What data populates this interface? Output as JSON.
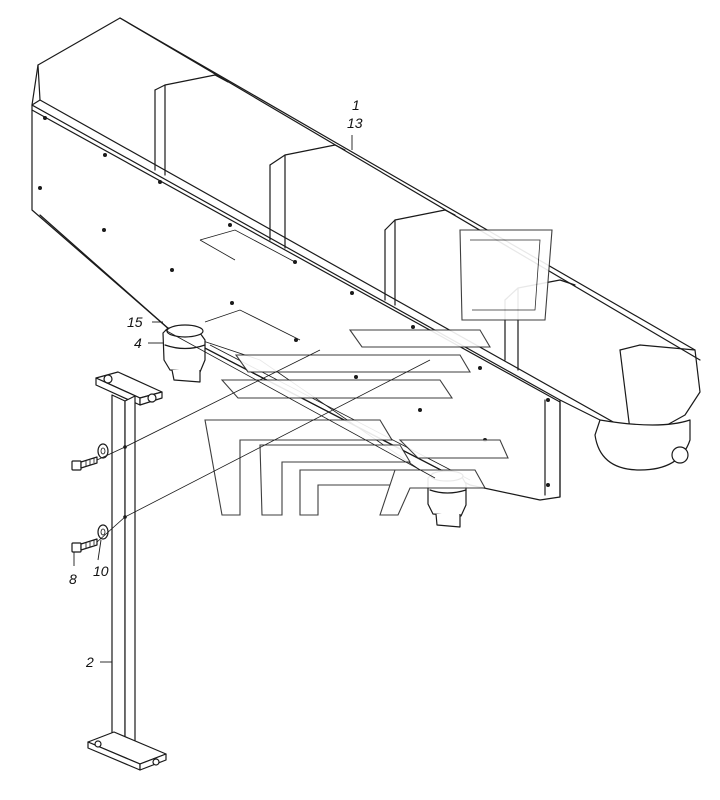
{
  "callouts": {
    "c1": "1",
    "c13": "13",
    "c15": "15",
    "c4": "4",
    "c8": "8",
    "c10": "10",
    "c2": "2"
  },
  "colors": {
    "line": "#1a1a1a",
    "background": "#ffffff"
  }
}
